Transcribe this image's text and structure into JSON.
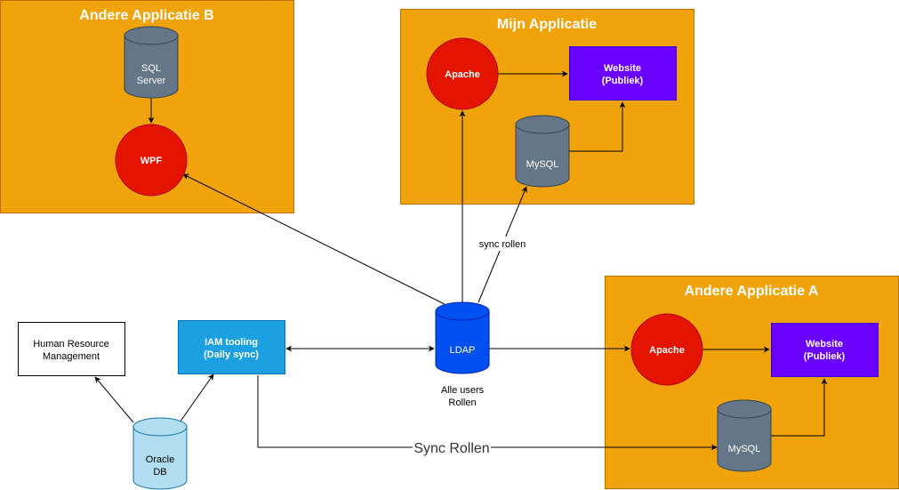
{
  "containers": {
    "app_b": {
      "title": "Andere Applicatie B"
    },
    "mijn": {
      "title": "Mijn Applicatie"
    },
    "app_a": {
      "title": "Andere Applicatie A"
    }
  },
  "nodes": {
    "sql_server": [
      "SQL",
      "Server"
    ],
    "wpf": [
      "WPF"
    ],
    "apache_mijn": [
      "Apache"
    ],
    "website_mijn": [
      "Website",
      "(Publiek)"
    ],
    "mysql_mijn": [
      "MySQL"
    ],
    "hr": [
      "Human Resource",
      "Management"
    ],
    "iam": [
      "IAM tooling",
      "(Daily sync)"
    ],
    "ldap": [
      "LDAP"
    ],
    "ldap_caption": [
      "Alle users",
      "Rollen"
    ],
    "oracle": [
      "Oracle",
      "DB"
    ],
    "apache_a": [
      "Apache"
    ],
    "website_a": [
      "Website",
      "(Publiek)"
    ],
    "mysql_a": [
      "MySQL"
    ]
  },
  "edge_labels": {
    "sync_rollen_small": "sync rollen",
    "sync_rollen_big": "Sync Rollen"
  },
  "colors": {
    "container": "#F0A30A",
    "container_border": "#BD7000",
    "db_gray": "#647687",
    "red": "#E51400",
    "purple": "#6A00FF",
    "ldap_blue": "#0050EF",
    "iam_blue": "#1BA1E2",
    "oracle_light": "#B1DDF0"
  }
}
